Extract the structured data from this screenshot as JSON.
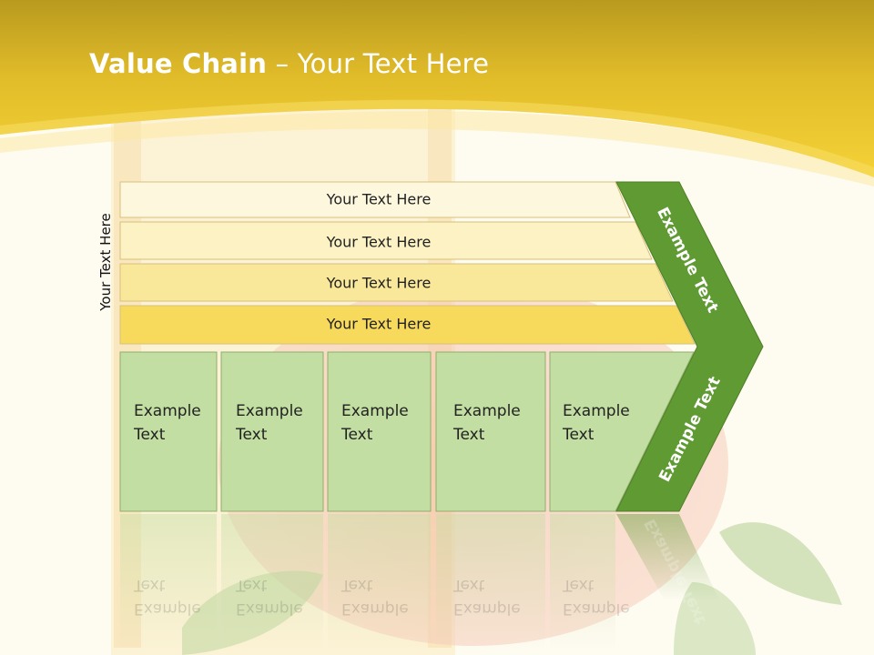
{
  "title": {
    "bold": "Value Chain",
    "rest": " – Your Text Here"
  },
  "side_label": "Your Text Here",
  "bands": [
    {
      "label": "Your Text Here"
    },
    {
      "label": "Your Text Here"
    },
    {
      "label": "Your Text Here"
    },
    {
      "label": "Your Text Here"
    }
  ],
  "boxes": [
    {
      "label": "Example\nText"
    },
    {
      "label": "Example\nText"
    },
    {
      "label": "Example\nText"
    },
    {
      "label": "Example\nText"
    },
    {
      "label": "Example\nText"
    }
  ],
  "arrow": {
    "upper_label": "Example Text",
    "lower_label": "Example Text"
  },
  "colors": {
    "header_yellow": "#f2cd33",
    "arrow_green": "#5f9a32",
    "box_green": "#c3dea3",
    "band_fills": [
      "#fdf8dd",
      "#fcf2c4",
      "#fae89a",
      "#f7da5c"
    ]
  }
}
